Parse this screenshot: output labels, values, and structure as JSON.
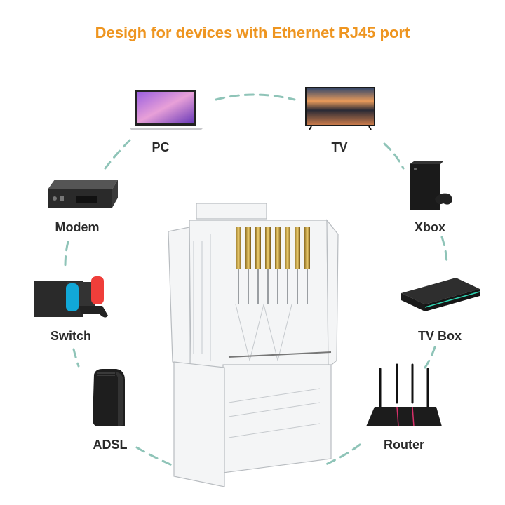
{
  "title": "Desigh for devices with Ethernet RJ45 port",
  "devices": [
    {
      "id": "pc",
      "label": "PC"
    },
    {
      "id": "tv",
      "label": "TV"
    },
    {
      "id": "modem",
      "label": "Modem"
    },
    {
      "id": "xbox",
      "label": "Xbox"
    },
    {
      "id": "switch",
      "label": "Switch"
    },
    {
      "id": "tvbox",
      "label": "TV Box"
    },
    {
      "id": "adsl",
      "label": "ADSL"
    },
    {
      "id": "router",
      "label": "Router"
    }
  ],
  "center_product": "rj45-connector",
  "colors": {
    "title": "#ee9520",
    "ring": "#8fc4b8",
    "label": "#2a2a2a"
  }
}
